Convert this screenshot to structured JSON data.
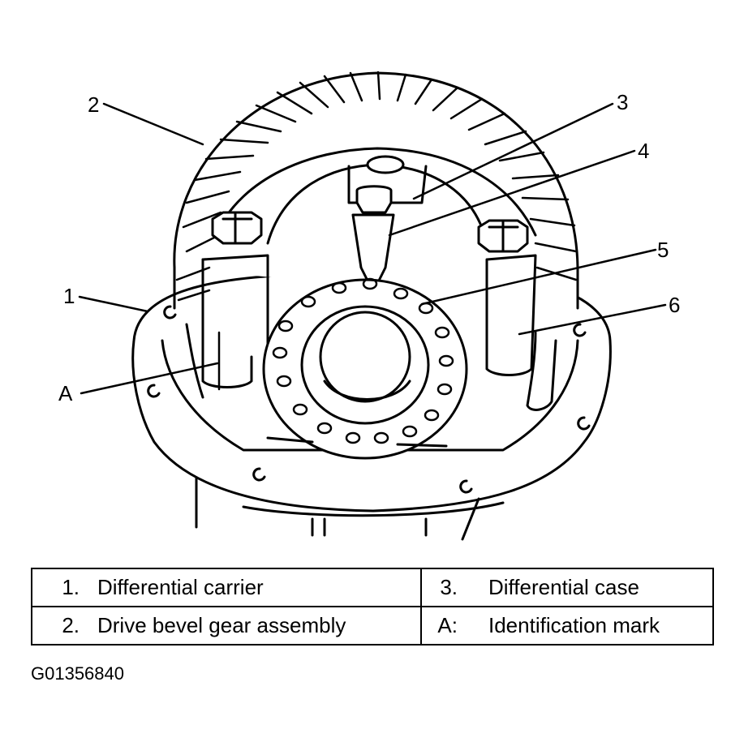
{
  "callouts": {
    "c1": "1",
    "c2": "2",
    "c3": "3",
    "c4": "4",
    "c5": "5",
    "c6": "6",
    "cA": "A"
  },
  "legend": [
    [
      {
        "num": "1.",
        "label": "Differential carrier"
      },
      {
        "num": "3.",
        "label": "Differential case"
      }
    ],
    [
      {
        "num": "2.",
        "label": "Drive bevel gear assembly"
      },
      {
        "num": "A:",
        "label": "Identification mark"
      }
    ]
  ],
  "figure_id": "G01356840"
}
